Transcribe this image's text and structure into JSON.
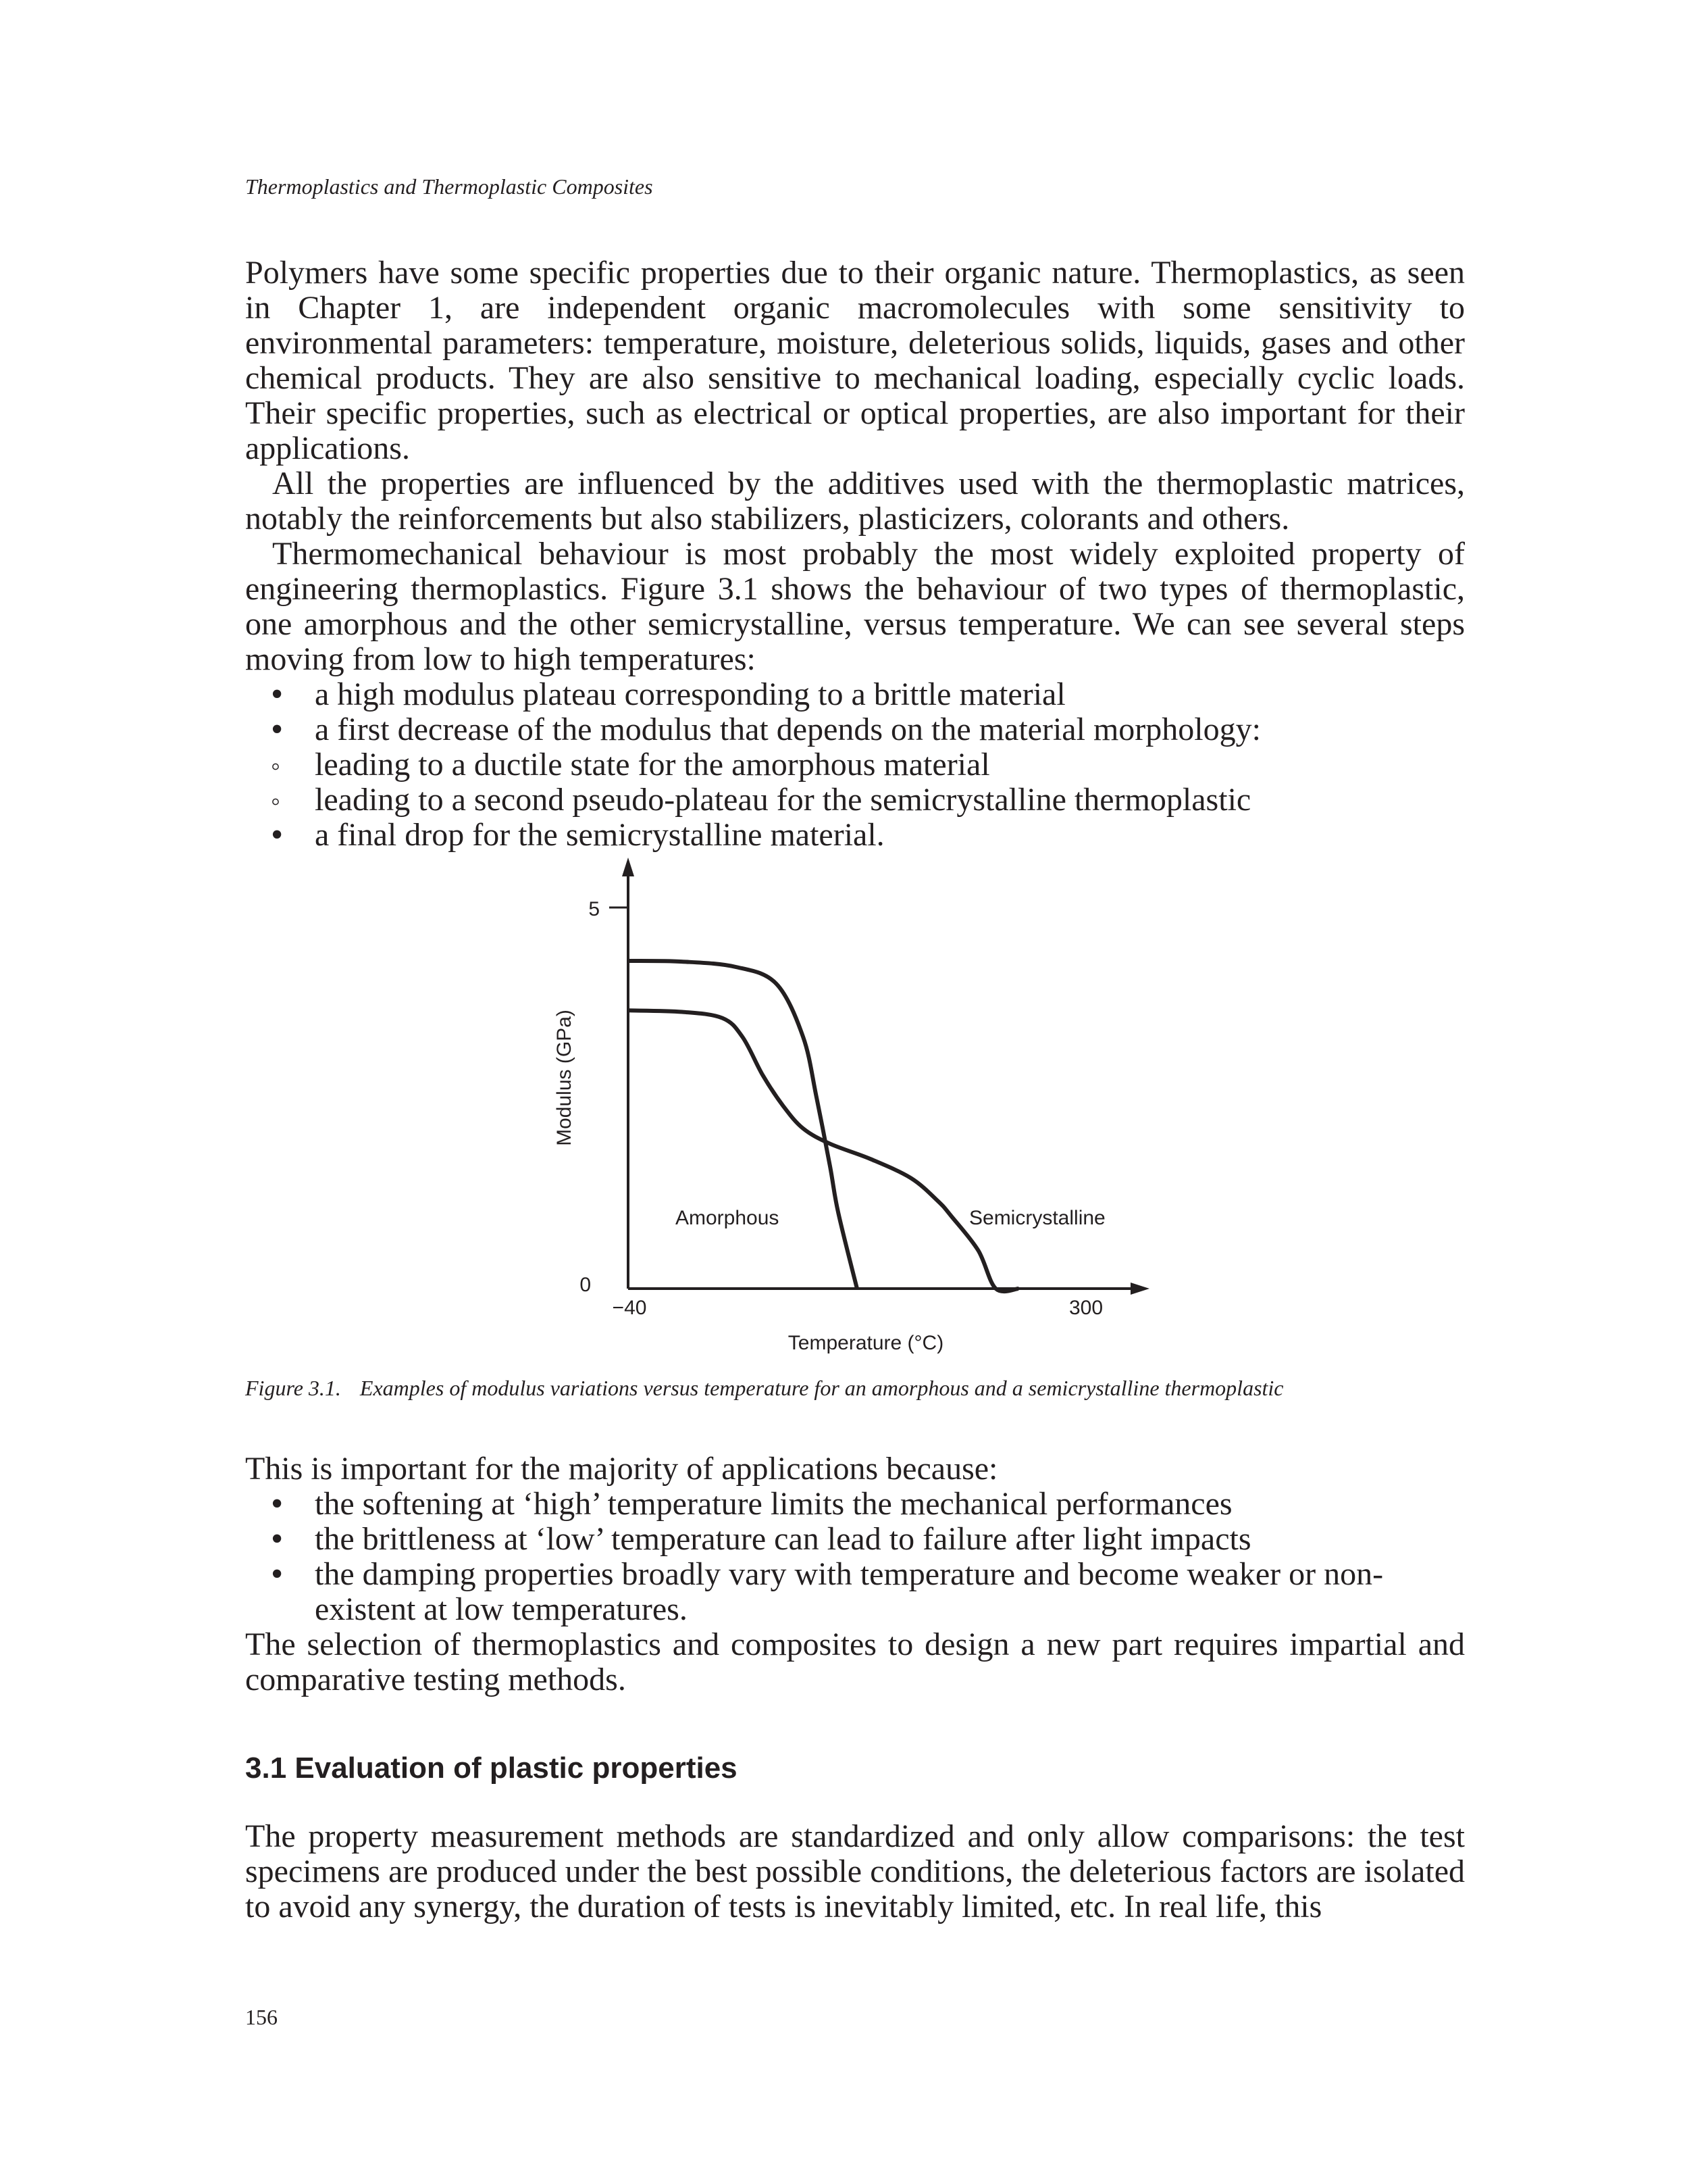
{
  "header": {
    "running_title": "Thermoplastics and Thermoplastic Composites"
  },
  "intro": {
    "p1": "Polymers have some specific properties due to their organic nature. Thermoplastics, as seen in Chapter 1, are independent organic macromolecules with some sensitivity to environmental parameters: temperature, moisture, deleterious solids, liquids, gases and other chemical products. They are also sensitive to mechanical loading, especially cyclic loads. Their specific properties, such as electrical or optical properties, are also important for their applications.",
    "p2": "All the properties are influenced by the additives used with the thermoplastic matrices, notably the reinforcements but also stabilizers, plasticizers, colorants and others.",
    "p3": "Thermomechanical behaviour is most probably the most widely exploited property of engineering thermoplastics. Figure 3.1 shows the behaviour of two types of thermoplastic, one amorphous and the other semicrystalline, versus temperature. We can see several steps moving from low to high temperatures:",
    "steps": [
      "a high modulus plateau corresponding to a brittle material",
      "a first decrease of the modulus that depends on the material morphology:",
      "leading to a ductile state for the amorphous material",
      "leading to a second pseudo-plateau for the semicrystalline thermoplastic",
      "a final drop for the semicrystalline material."
    ]
  },
  "figure": {
    "caption_number": "Figure 3.1.",
    "caption_text": "Examples of modulus variations versus temperature for an amorphous and a semicrystalline thermoplastic"
  },
  "chart_data": {
    "type": "line",
    "title": "",
    "xlabel": "Temperature (°C)",
    "ylabel": "Modulus (GPa)",
    "xlim": [
      -40,
      300
    ],
    "ylim": [
      0,
      5
    ],
    "x_tick_labels": [
      "−40",
      "300"
    ],
    "y_tick_labels": [
      "0",
      "5"
    ],
    "grid": false,
    "legend": "none",
    "annotations": [
      "Amorphous",
      "Semicrystalline"
    ],
    "series": [
      {
        "name": "Amorphous",
        "x": [
          -40,
          0,
          40,
          70,
          90,
          100,
          110,
          116,
          130
        ],
        "y": [
          4.3,
          4.29,
          4.22,
          4.0,
          3.3,
          2.5,
          1.6,
          1.0,
          0.0
        ]
      },
      {
        "name": "Semicrystalline",
        "x": [
          -40,
          0,
          30,
          45,
          60,
          75,
          90,
          110,
          140,
          170,
          190,
          200,
          220,
          233,
          250
        ],
        "y": [
          3.65,
          3.63,
          3.55,
          3.3,
          2.8,
          2.4,
          2.1,
          1.9,
          1.7,
          1.45,
          1.15,
          0.95,
          0.5,
          0.0,
          0.0
        ]
      }
    ]
  },
  "after": {
    "p1": "This is important for the majority of applications because:",
    "reasons": [
      "the softening at ‘high’ temperature limits the mechanical performances",
      "the brittleness at ‘low’ temperature can lead to failure after light impacts",
      "the damping properties broadly vary with temperature and become weaker or non-existent at low temperatures."
    ],
    "p2": "The selection of thermoplastics and composites to design a new part requires impartial and comparative testing methods."
  },
  "section": {
    "heading": "3.1  Evaluation of plastic properties",
    "p1": "The property measurement methods are standardized and only allow comparisons: the test specimens are produced under the best possible conditions, the deleterious factors are isolated to avoid any synergy, the duration of tests is inevitably limited, etc. In real life, this"
  },
  "page": {
    "number": "156"
  }
}
